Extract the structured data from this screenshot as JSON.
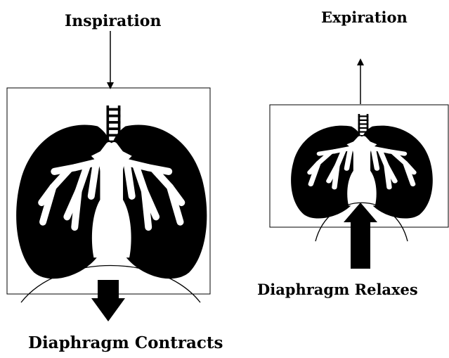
{
  "labels": {
    "inspiration": "Inspiration",
    "expiration": "Expiration",
    "relaxes": "Diaphragm Relaxes",
    "contracts": "Diaphragm Contracts"
  },
  "colors": {
    "ink": "#000000",
    "background": "#ffffff"
  }
}
